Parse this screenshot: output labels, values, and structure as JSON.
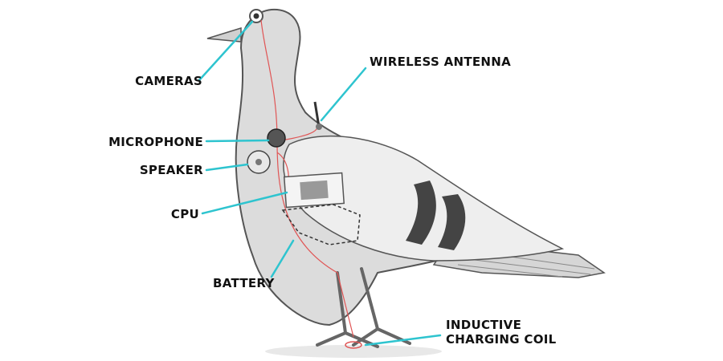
{
  "labels": {
    "cameras": "CAMERAS",
    "wireless_antenna": "WIRELESS ANTENNA",
    "microphone": "MICROPHONE",
    "speaker": "SPEAKER",
    "cpu": "CPU",
    "battery": "BATTERY",
    "inductive_line1": "INDUCTIVE",
    "inductive_line2": "CHARGING COIL"
  },
  "colors": {
    "leader": "#2ec4cf",
    "body_fill": "#dcdcdc",
    "outline": "#555555",
    "wire": "#e05555",
    "wing_band": "#444444"
  }
}
